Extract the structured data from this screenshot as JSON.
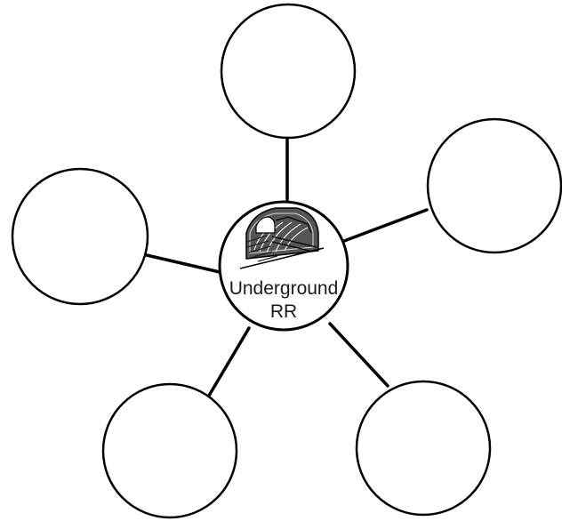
{
  "web": {
    "center": {
      "label_line1": "Underground",
      "label_line2": "RR",
      "icon": "tunnel-illustration-icon"
    },
    "outer_nodes": [
      {
        "id": "top",
        "label": ""
      },
      {
        "id": "right",
        "label": ""
      },
      {
        "id": "bottom-right",
        "label": ""
      },
      {
        "id": "bottom-left",
        "label": ""
      },
      {
        "id": "left",
        "label": ""
      }
    ],
    "colors": {
      "stroke": "#000000",
      "fill": "#ffffff",
      "text": "#1a1a1a"
    }
  }
}
